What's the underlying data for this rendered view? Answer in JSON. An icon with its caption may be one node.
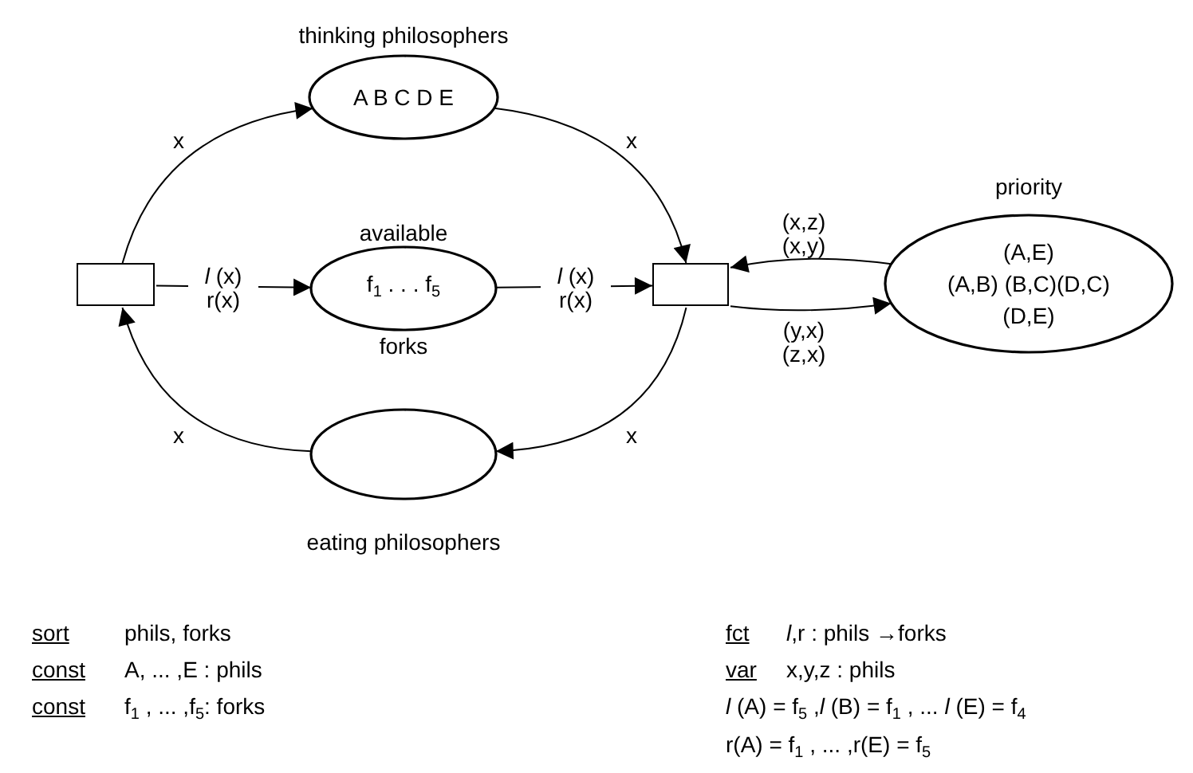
{
  "diagram": {
    "nodes": [
      {
        "text": [
          "thinking philosophers",
          "A B C D E"
        ]
      },
      {
        "text": [],
        "shape": "box"
      },
      {
        "text": [
          "available",
          "f$_{1}$ . . . f$_{5}$",
          "forks"
        ]
      },
      {
        "text": [],
        "shape": "box"
      },
      {
        "text": [
          "priority",
          "(A,E)",
          "(A,B) (B,C)(D,C)",
          "(D,E)"
        ]
      },
      {
        "text": [
          "eating philosophers"
        ]
      }
    ],
    "edges": [
      {
        "from": 1,
        "to": 0,
        "arrow": "to",
        "label": "x"
      },
      {
        "from": 0,
        "to": 3,
        "arrow": "to",
        "label": "x"
      },
      {
        "from": 1,
        "to": 2,
        "arrow": "to",
        "label": "*l* (x) r(x)"
      },
      {
        "from": 2,
        "to": 3,
        "arrow": "to",
        "label": "*l* (x) r(x)"
      },
      {
        "from": 4,
        "to": 3,
        "arrow": "to",
        "label": "(x,z) (x,y)"
      },
      {
        "from": 3,
        "to": 4,
        "arrow": "to",
        "label": "(y,x) (z,x)"
      },
      {
        "from": 3,
        "to": 5,
        "arrow": "to",
        "label": "x"
      },
      {
        "from": 5,
        "to": 1,
        "arrow": "to",
        "label": "x"
      }
    ],
    "labels": [
      "sort",
      "phils, forks",
      "const",
      "A, ... ,E :  phils",
      "const",
      "f$_{1}$ , ... ,f$_{5}$:  forks",
      "fct",
      "*l*,r  :  phils →forks",
      "var",
      "x,y,z  :  phils",
      "*l* (A) = f$_{5}$ ,*l* (B) = f$_{1}$ , ... *l* (E) = f$_{4}$",
      "r(A) = f$_{1}$ , ... ,r(E) = f$_{5}$"
    ]
  }
}
